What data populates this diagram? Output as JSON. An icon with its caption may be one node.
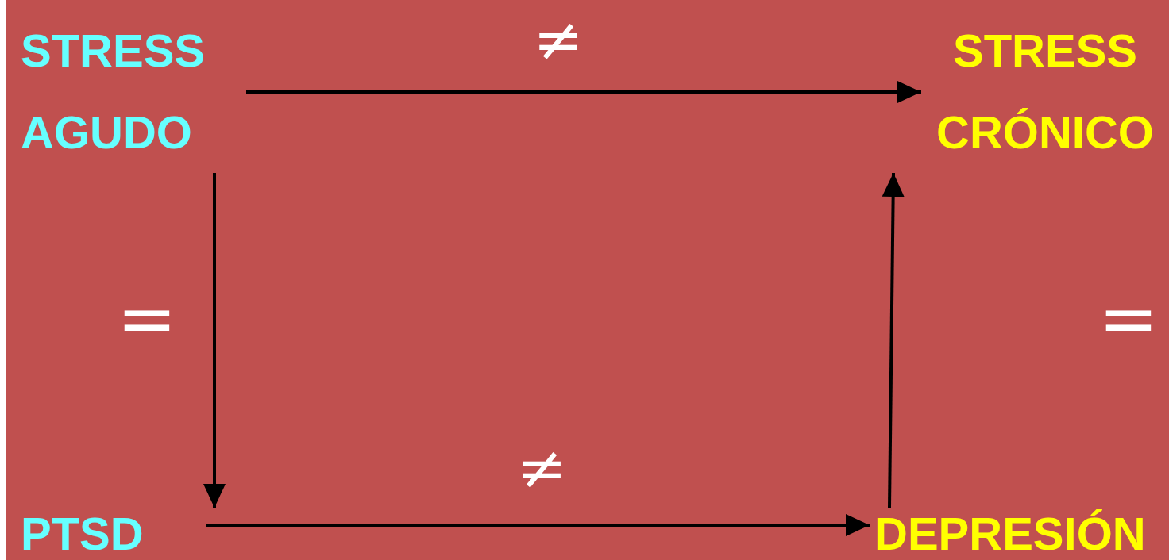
{
  "diagram": {
    "nodes": [
      {
        "text": [
          "STRESS AGUDO"
        ]
      },
      {
        "text": [
          "STRESS CRÓNICO"
        ]
      },
      {
        "text": [
          "PTSD"
        ]
      },
      {
        "text": [
          "DEPRESIÓN"
        ]
      }
    ],
    "edges": [
      {
        "from": 0,
        "to": 1,
        "arrow": "to",
        "label": "≠"
      },
      {
        "from": 0,
        "to": 2,
        "arrow": "to"
      },
      {
        "from": 2,
        "to": 3,
        "arrow": "to",
        "label": "≠"
      },
      {
        "from": 3,
        "to": 1,
        "arrow": "to"
      }
    ],
    "labels": [
      "=",
      "="
    ]
  }
}
